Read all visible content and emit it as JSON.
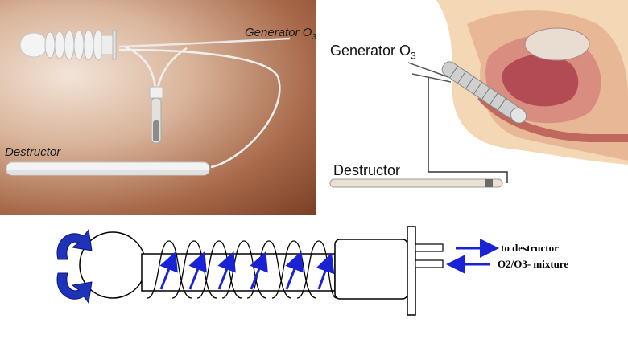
{
  "left_photo": {
    "generator_label_main": "Generator O",
    "generator_label_sub": "3",
    "destructor_label": "Destructor"
  },
  "right_illustration": {
    "generator_label_main": "Generator O",
    "generator_label_sub": "3",
    "destructor_label": "Destructor"
  },
  "schematic": {
    "outlet_label": "to destructor",
    "inlet_label": "O2/O3- mixture",
    "colors": {
      "arrow": "#1a22d6",
      "curved_arrow": "#1f33b8",
      "outline": "#000000"
    }
  }
}
